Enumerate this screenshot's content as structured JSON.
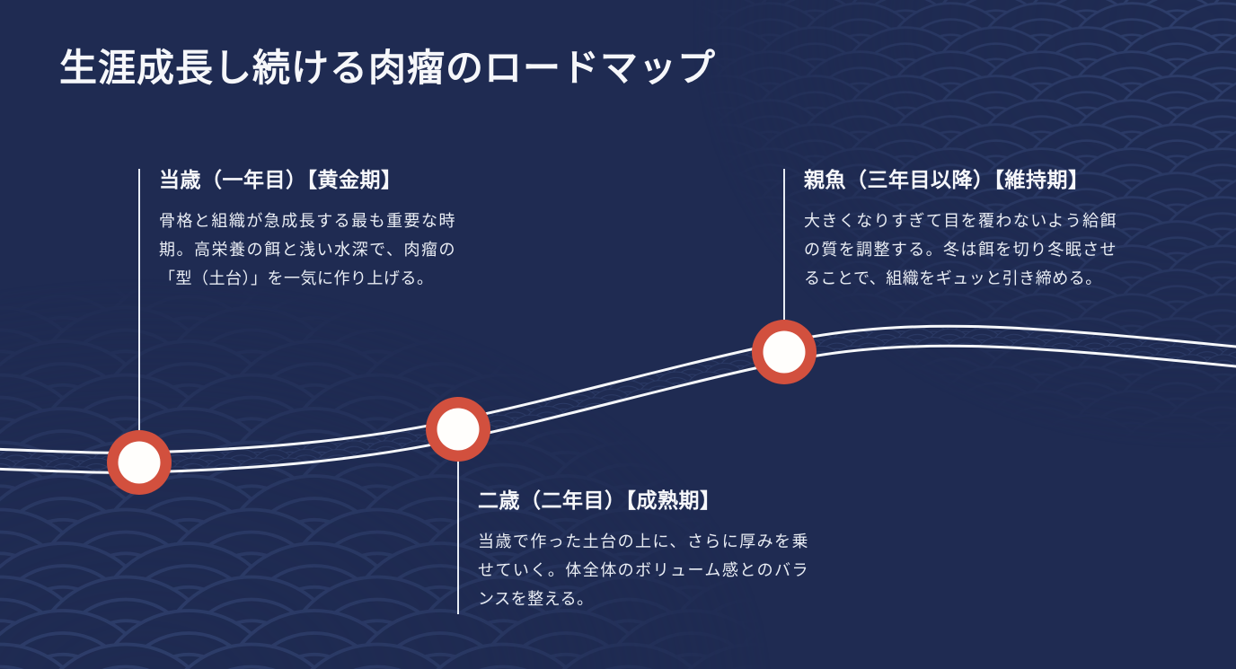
{
  "page": {
    "title": "生涯成長し続ける肉瘤のロードマップ"
  },
  "theme": {
    "background": "#1f2b52",
    "pattern_arc": "#2f3f6c",
    "timeline_line": "#f6f8fb",
    "connector": "#e7ecf4",
    "node_ring": "#d2503e",
    "node_core": "#fffefc",
    "heading_color": "#f6f7fa",
    "body_color": "#e9edf4"
  },
  "timeline": {
    "shape": "s-curve rising left-to-right, double white line with seigaiha fill",
    "nodes": [
      {
        "heading": "当歳（一年目）【黄金期】",
        "body": "骨格と組織が急成長する最も重要な時期。高栄養の餌と浅い水深で、肉瘤の「型（土台）」を一気に作り上げる。",
        "label_position": "above"
      },
      {
        "heading": "二歳（二年目）【成熟期】",
        "body": "当歳で作った土台の上に、さらに厚みを乗せていく。体全体のボリューム感とのバランスを整える。",
        "label_position": "below"
      },
      {
        "heading": "親魚（三年目以降）【維持期】",
        "body": "大きくなりすぎて目を覆わないよう給餌の質を調整する。冬は餌を切り冬眠させることで、組織をギュッと引き締める。",
        "label_position": "above"
      }
    ]
  }
}
